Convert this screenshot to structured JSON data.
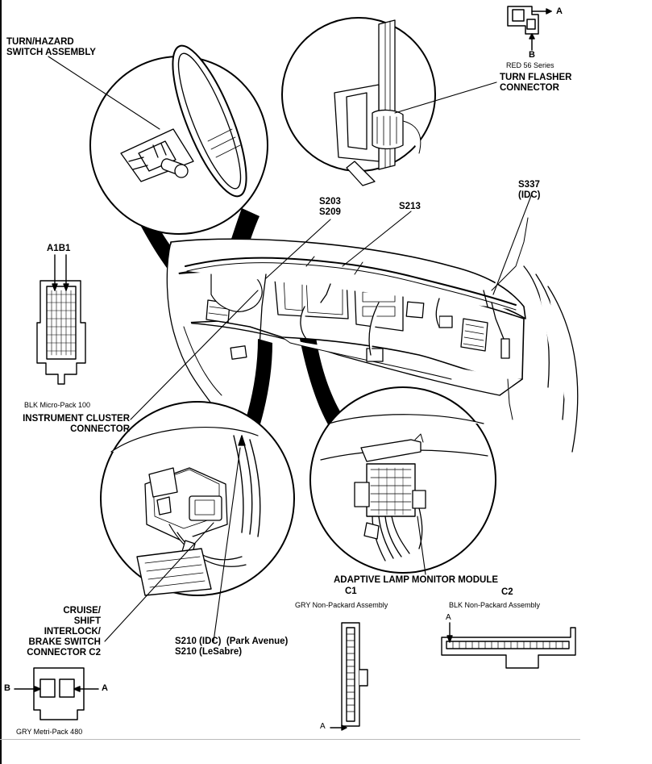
{
  "labels": {
    "turn_hazard_switch": "TURN/HAZARD\nSWITCH ASSEMBLY",
    "turn_flasher_connector": "TURN FLASHER\nCONNECTOR",
    "turn_flasher_series": "RED 56 Series",
    "turn_flasher_pin_a": "A",
    "turn_flasher_pin_b": "B",
    "s203_s209": "S203\nS209",
    "s213": "S213",
    "s337": "S337\n(IDC)",
    "cluster_pins": "A1B1",
    "cluster_connector_type": "BLK Micro-Pack 100",
    "instrument_cluster_connector": "INSTRUMENT CLUSTER\nCONNECTOR",
    "adaptive_lamp_monitor": "ADAPTIVE LAMP MONITOR MODULE",
    "c1": "C1",
    "c1_type": "GRY Non-Packard Assembly",
    "c2": "C2",
    "c2_type": "BLK Non-Packard Assembly",
    "c1_pin_a": "A",
    "c2_pin_a": "A",
    "cruise_switch": "CRUISE/\nSHIFT\nINTERLOCK/\nBRAKE SWITCH\nCONNECTOR C2",
    "s210": "S210 (IDC)  (Park Avenue)\nS210 (LeSabre)",
    "brake_pin_b": "B",
    "brake_pin_a": "A",
    "brake_connector_type": "GRY Metri-Pack 480"
  }
}
